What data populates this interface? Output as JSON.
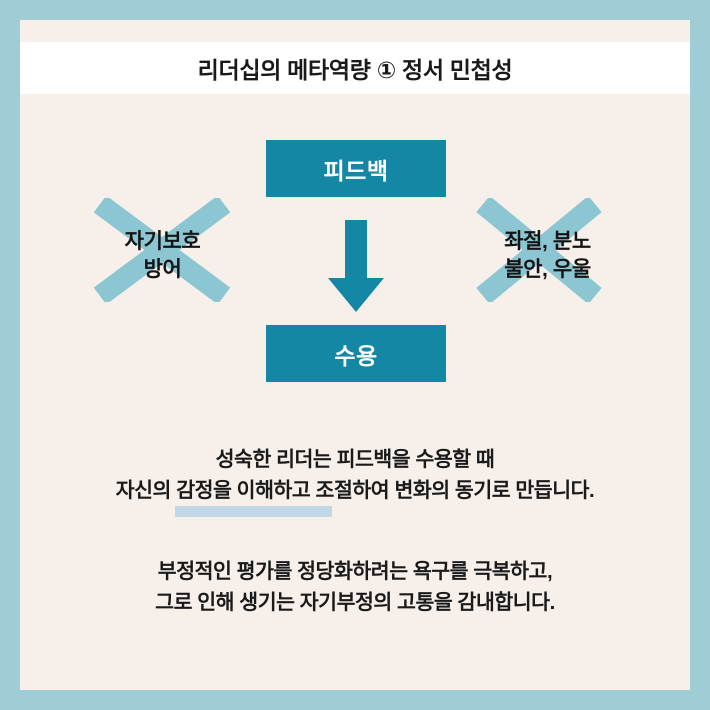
{
  "theme": {
    "border_color": "#9fcdd6",
    "background_color": "#f6efea",
    "title_band_color": "#ffffff",
    "box_color": "#1487a4",
    "box_text_color": "#ffffff",
    "x_mark_color": "#8cc6d2",
    "highlight_color": "#bcd7e6",
    "text_color": "#1a1a1a"
  },
  "header": {
    "title": "리더십의 메타역량 ① 정서 민첩성"
  },
  "diagram": {
    "top_box_label": "피드백",
    "bottom_box_label": "수용",
    "arrow_direction": "down",
    "left_mark": {
      "icon": "x-mark-icon",
      "lines": [
        "자기보호",
        "방어"
      ]
    },
    "right_mark": {
      "icon": "x-mark-icon",
      "lines": [
        "좌절, 분노",
        "불안, 우울"
      ]
    }
  },
  "body": {
    "paragraphs": [
      {
        "lines": [
          "성숙한 리더는 피드백을 수용할 때",
          "자신의 감정을 이해하고 조절하여 변화의 동기로 만듭니다."
        ]
      },
      {
        "lines": [
          "부정적인 평가를 정당화하려는 욕구를 극복하고,",
          "그로 인해 생기는 자기부정의 고통을 감내합니다."
        ]
      }
    ]
  }
}
